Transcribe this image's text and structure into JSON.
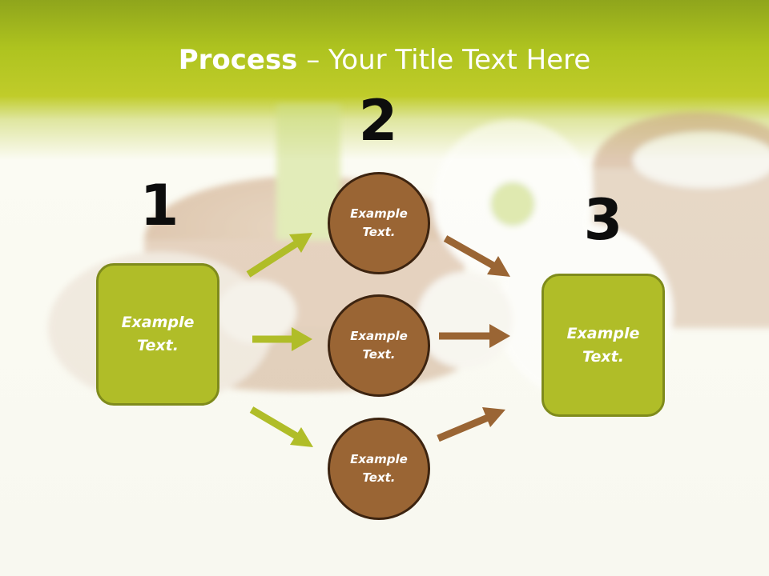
{
  "title": {
    "bold": "Process",
    "rest": " – Your Title Text Here"
  },
  "numbers": [
    "1",
    "2",
    "3"
  ],
  "left_box": {
    "label": "Example Text."
  },
  "circles": [
    {
      "label": "Example Text."
    },
    {
      "label": "Example Text."
    },
    {
      "label": "Example Text."
    }
  ],
  "right_box": {
    "label": "Example Text."
  },
  "colors": {
    "green": "#b0bd28",
    "green_border": "#7f8b1c",
    "brown": "#9a6534",
    "brown_border": "#3d2410",
    "header_green": "#aec31f"
  }
}
